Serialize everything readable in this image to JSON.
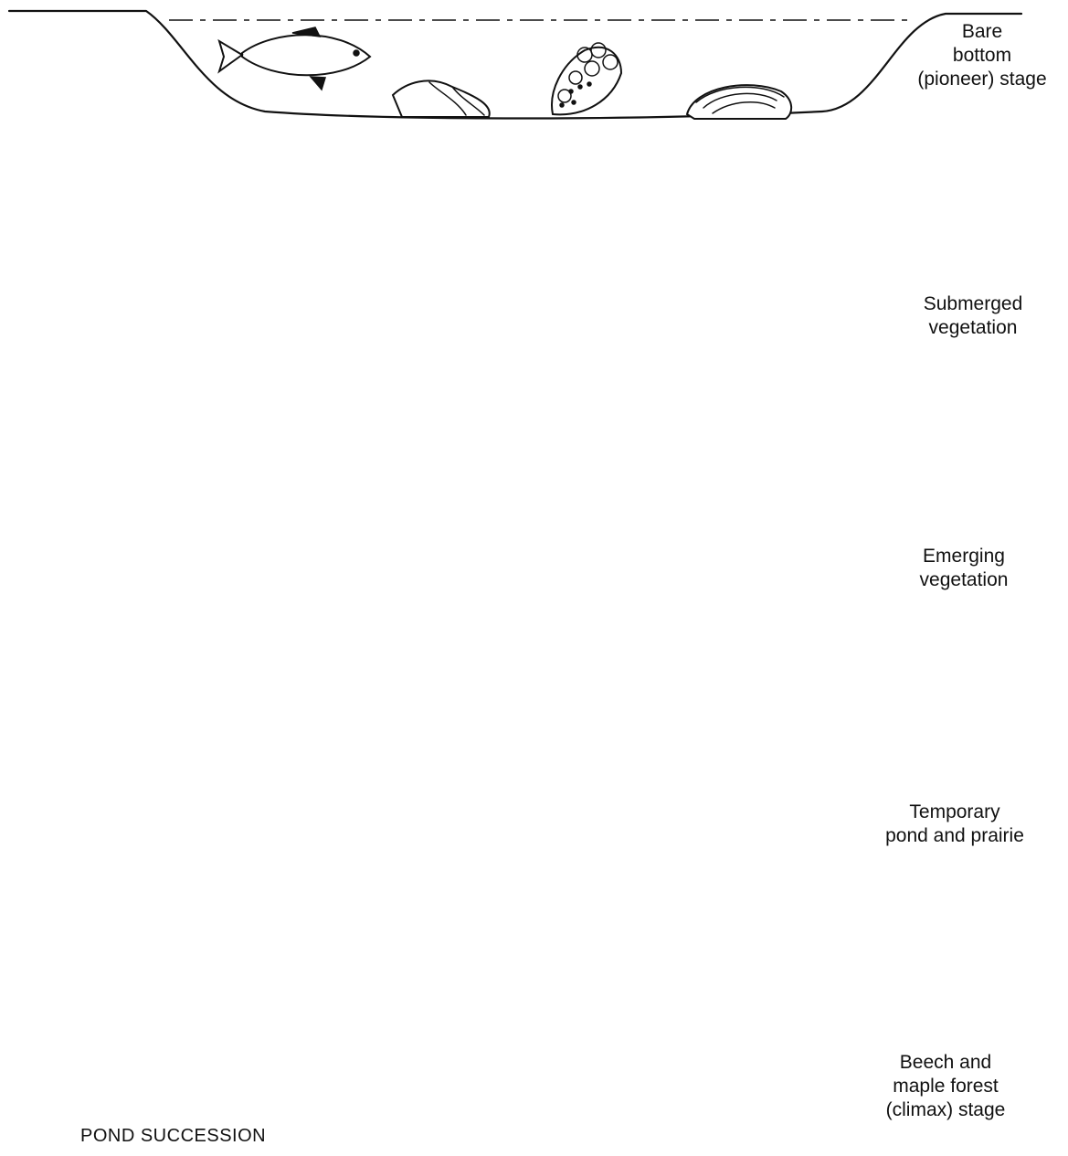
{
  "diagram": {
    "caption": "POND SUCCESSION",
    "stages": [
      {
        "id": "bare-bottom",
        "label": "Bare\nbottom\n(pioneer) stage"
      },
      {
        "id": "submerged",
        "label": "Submerged\nvegetation"
      },
      {
        "id": "emerging",
        "label": "Emerging\nvegetation"
      },
      {
        "id": "temporary",
        "label": "Temporary\npond and prairie"
      },
      {
        "id": "climax",
        "label": "Beech and\nmaple forest\n(climax) stage"
      }
    ]
  }
}
